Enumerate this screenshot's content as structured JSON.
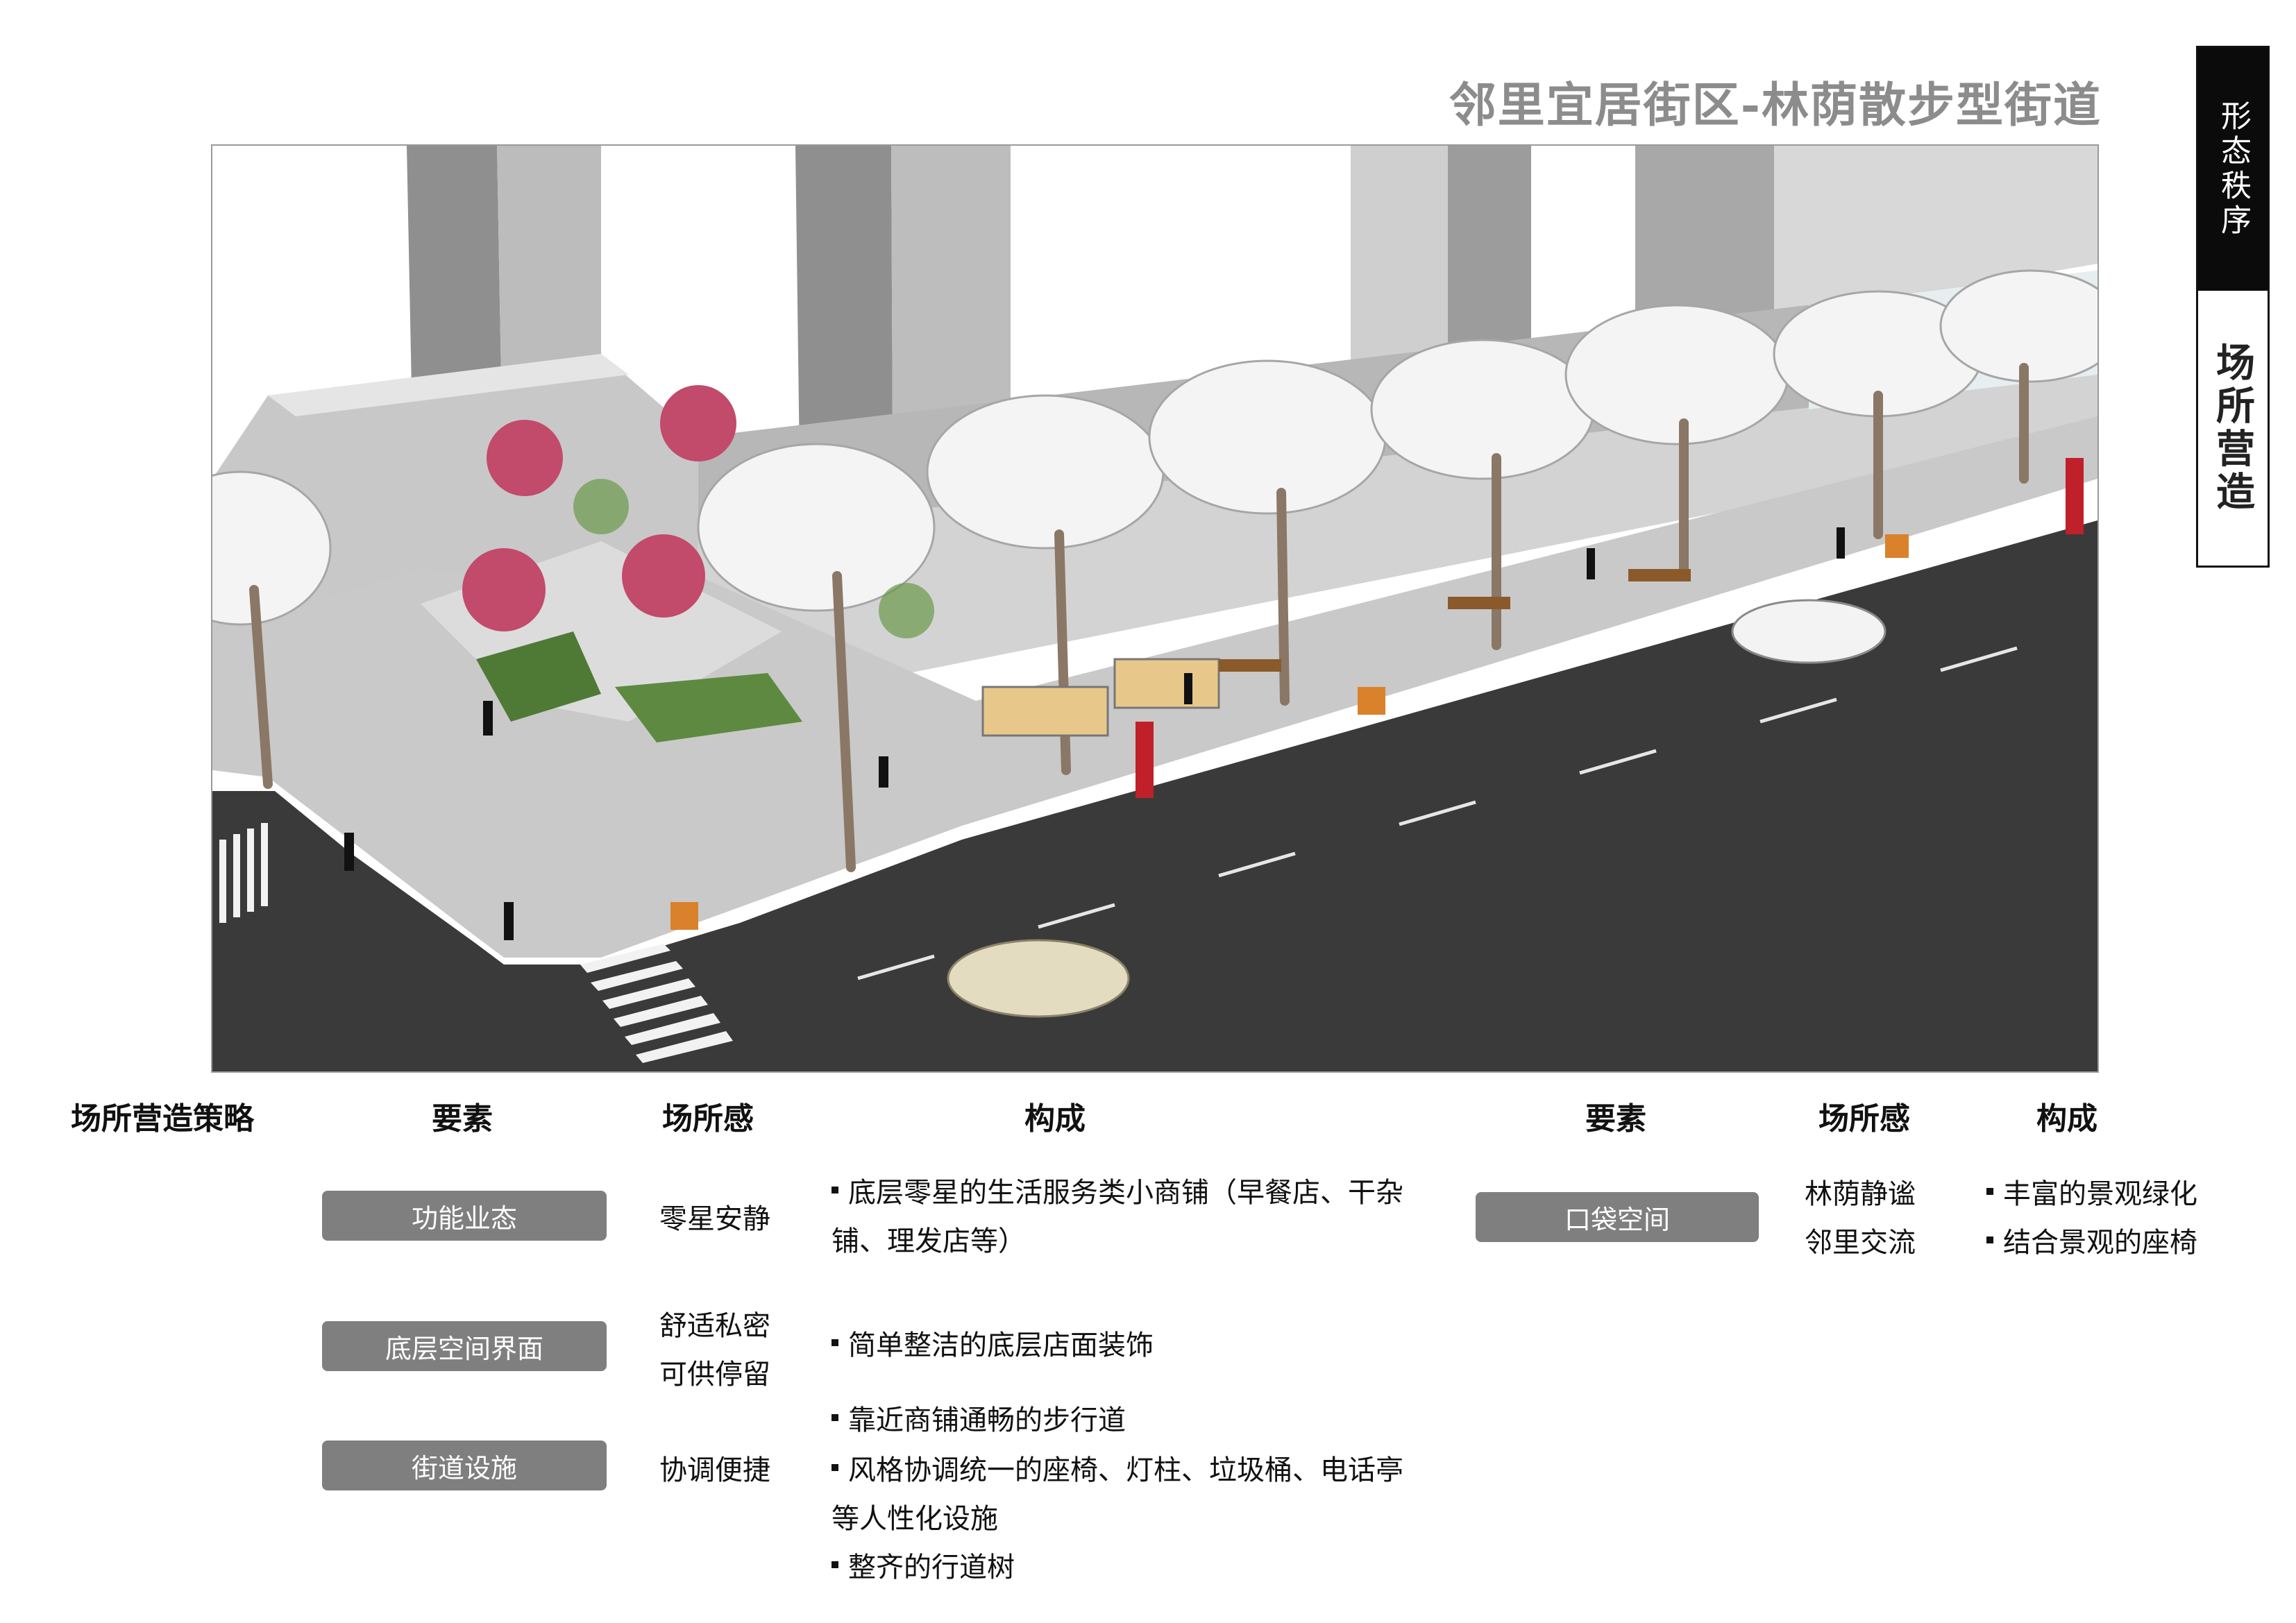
{
  "page": {
    "title": "邻里宜居街区-林荫散步型街道"
  },
  "side_tabs": {
    "active": "形态秩序",
    "inactive": "场所营造"
  },
  "headers": {
    "strategy": "场所营造策略",
    "element": "要素",
    "sense": "场所感",
    "composition": "构成",
    "element2": "要素",
    "sense2": "场所感",
    "composition2": "构成"
  },
  "rows": [
    {
      "element": "功能业态",
      "sense": [
        "零星安静"
      ],
      "composition": [
        "底层零星的生活服务类小商铺（早餐店、干杂",
        "铺、理发店等）"
      ]
    },
    {
      "element": "底层空间界面",
      "sense": [
        "舒适私密",
        "可供停留"
      ],
      "composition": [
        "简单整洁的底层店面装饰"
      ]
    },
    {
      "element": "街道设施",
      "sense": [
        "协调便捷"
      ],
      "composition": [
        "靠近商铺通畅的步行道",
        "风格协调统一的座椅、灯柱、垃圾桶、电话亭",
        "等人性化设施",
        "整齐的行道树"
      ]
    }
  ],
  "right_row": {
    "element": "口袋空间",
    "sense": [
      "林荫静谧",
      "邻里交流"
    ],
    "composition": [
      "丰富的景观绿化",
      "结合景观的座椅"
    ]
  },
  "colors": {
    "title": "#8c8c8c",
    "pill": "#7f7f7f",
    "road": "#3a3a3a",
    "tab_active": "#0b0b0b"
  }
}
